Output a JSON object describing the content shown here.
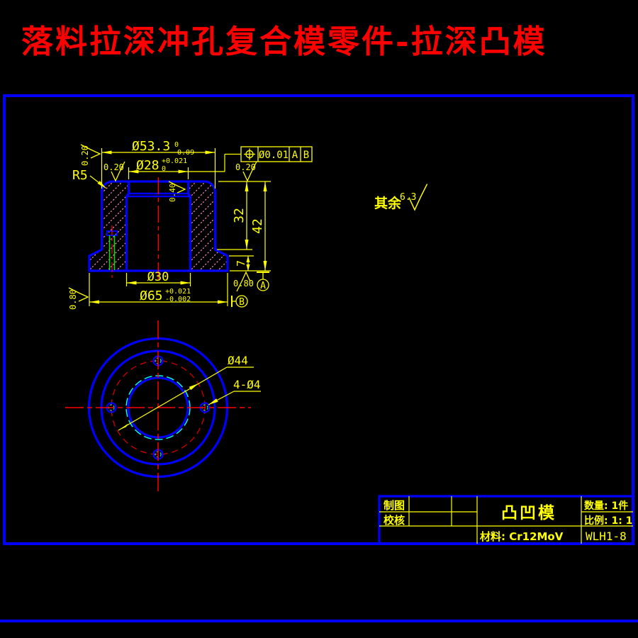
{
  "page_title": "落料拉深冲孔复合模零件-拉深凸模",
  "front_view": {
    "dim_d533": {
      "value": "Ø53.3",
      "tol_upper": "0",
      "tol_lower": "-0.09"
    },
    "dim_d28": {
      "value": "Ø28",
      "tol_upper": "+0.021",
      "tol_lower": "0"
    },
    "dim_r5": "R5",
    "dim_h32": "32",
    "dim_h42": "42",
    "dim_h7": "7",
    "dim_d30": "Ø30",
    "dim_d65": {
      "value": "Ø65",
      "tol_upper": "+0.021",
      "tol_lower": "-0.002"
    },
    "roughness_020": "0.20",
    "roughness_040": "0.40",
    "roughness_080": "0.80",
    "gdt": {
      "tolerance": "Ø0.01",
      "datum_1": "A",
      "datum_2": "B"
    },
    "datum_a": "A",
    "datum_b": "B"
  },
  "general_roughness": {
    "label": "其余",
    "value": "6.3"
  },
  "bottom_view": {
    "dim_d44": "Ø44",
    "dim_holes": "4-Ø4"
  },
  "title_block": {
    "drawn_label": "制图",
    "checked_label": "校核",
    "part_name": "凸凹模",
    "material": "材料: Cr12MoV",
    "quantity": "数量: 1件",
    "scale": "比例: 1: 1",
    "drawing_no": "WLH1-8"
  },
  "colors": {
    "outline": "#0000FF",
    "annotation": "#FFFF00",
    "centerline": "#FF0000",
    "hidden": "#00FFFF",
    "hatch": "#FF8CC8",
    "aux": "#00DD00",
    "title": "#FF0000"
  }
}
